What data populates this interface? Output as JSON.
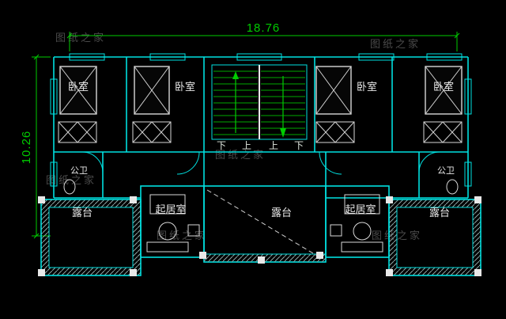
{
  "drawing": {
    "dimensions": {
      "width": "18.76",
      "height": "10.26"
    },
    "labels": {
      "bedroom": "卧室",
      "public_bath": "公卫",
      "terrace": "露台",
      "living_room": "起居室",
      "stair_up": "上",
      "stair_down": "下"
    },
    "watermark": "图纸之家",
    "colors": {
      "background": "#000000",
      "wall": "#00e0e0",
      "dimension": "#00cc00",
      "stair_tread": "#00aa00",
      "label_text": "#e8e8e8",
      "watermark_text": "#4a4a4a"
    }
  }
}
